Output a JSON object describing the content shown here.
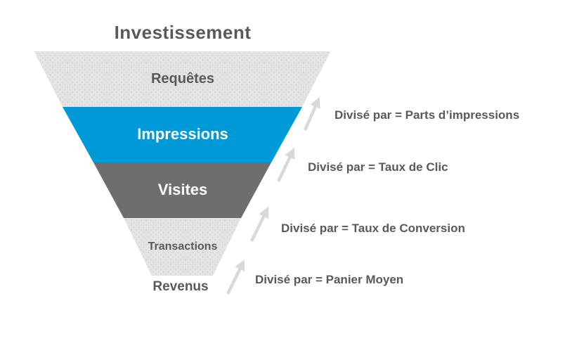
{
  "title": "Investissement",
  "funnel": {
    "stages": [
      {
        "label": "Requêtes",
        "fill": "#e4e4e4",
        "text_color": "#595959"
      },
      {
        "label": "Impressions",
        "fill": "#0099d8",
        "text_color": "#ffffff"
      },
      {
        "label": "Visites",
        "fill": "#6e6e6e",
        "text_color": "#ffffff"
      },
      {
        "label": "Transactions",
        "fill": "#e4e4e4",
        "text_color": "#595959"
      }
    ],
    "base_label": "Revenus"
  },
  "annotations": [
    {
      "text": "Divisé par = Parts d’impressions"
    },
    {
      "text": "Divisé par = Taux de Clic"
    },
    {
      "text": "Divisé par = Taux de Conversion"
    },
    {
      "text": "Divisé par = Panier Moyen"
    }
  ],
  "colors": {
    "background": "#ffffff",
    "title_text": "#595959",
    "annotation_text": "#595959",
    "arrow": "#d9d9d9",
    "stage_blue": "#0099d8",
    "stage_dark_gray": "#6e6e6e",
    "stage_light_gray": "#e4e4e4",
    "light_stage_dot": "#cfccc4"
  }
}
